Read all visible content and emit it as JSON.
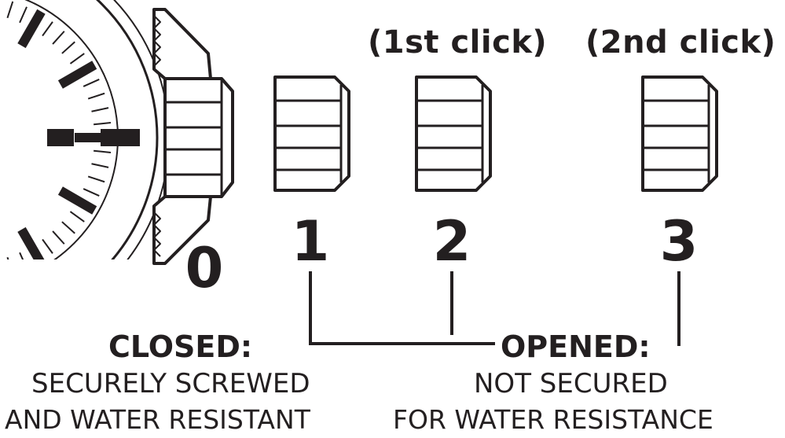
{
  "labels": {
    "click_1": "(1st click)",
    "click_2": "(2nd click)"
  },
  "positions": [
    "0",
    "1",
    "2",
    "3"
  ],
  "closed": {
    "title": "CLOSED:",
    "line1": "SECURELY SCREWED",
    "line2": "AND WATER RESISTANT"
  },
  "opened": {
    "title": "OPENED:",
    "line1": "NOT SECURED",
    "line2": "FOR WATER RESISTANCE"
  },
  "colors": {
    "ink": "#231f20",
    "background": "#ffffff"
  }
}
